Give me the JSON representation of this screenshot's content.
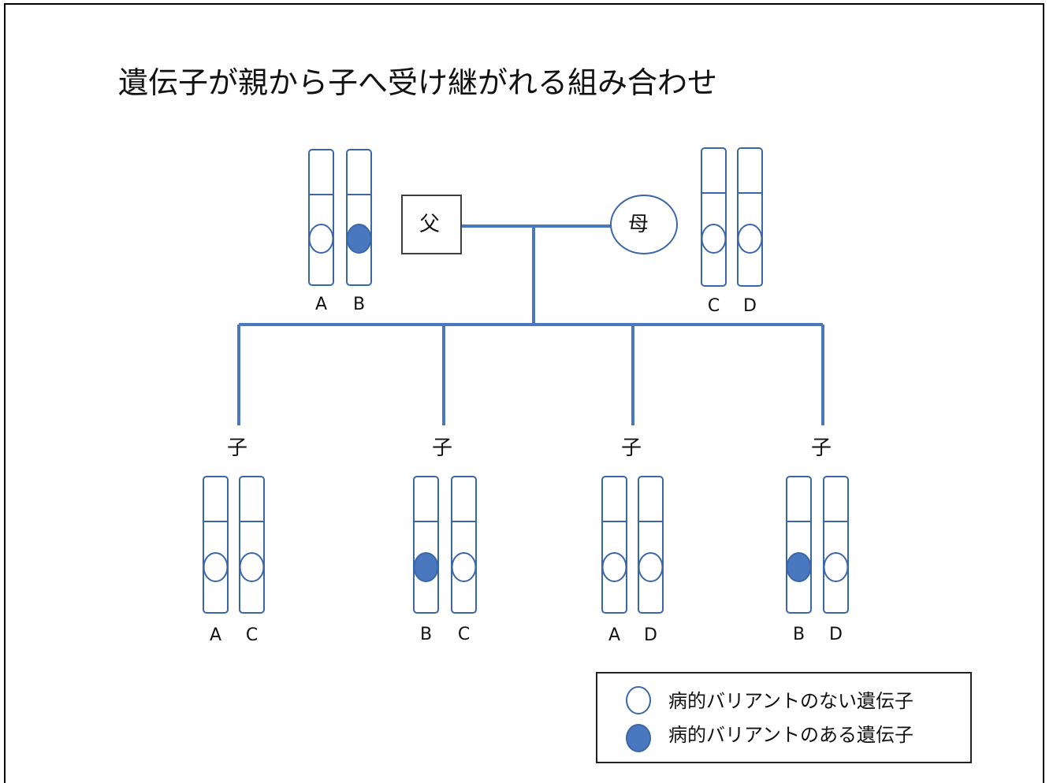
{
  "title": "遺伝子が親から子へ受け継がれる組み合わせ",
  "father": {
    "symbol": "父",
    "alleles": [
      {
        "label": "A",
        "variant": false
      },
      {
        "label": "B",
        "variant": true
      }
    ]
  },
  "mother": {
    "symbol": "母",
    "alleles": [
      {
        "label": "C",
        "variant": false
      },
      {
        "label": "D",
        "variant": false
      }
    ]
  },
  "children": [
    {
      "symbol": "子",
      "alleles": [
        {
          "label": "A",
          "variant": false
        },
        {
          "label": "C",
          "variant": false
        }
      ]
    },
    {
      "symbol": "子",
      "alleles": [
        {
          "label": "B",
          "variant": true
        },
        {
          "label": "C",
          "variant": false
        }
      ]
    },
    {
      "symbol": "子",
      "alleles": [
        {
          "label": "A",
          "variant": false
        },
        {
          "label": "D",
          "variant": false
        }
      ]
    },
    {
      "symbol": "子",
      "alleles": [
        {
          "label": "B",
          "variant": true
        },
        {
          "label": "D",
          "variant": false
        }
      ]
    }
  ],
  "legend": {
    "normal": "病的バリアントのない遺伝子",
    "variant": "病的バリアントのある遺伝子"
  },
  "colors": {
    "line": "#4a78be",
    "variant_fill": "#4a78be",
    "outline": "#3b66a8"
  }
}
